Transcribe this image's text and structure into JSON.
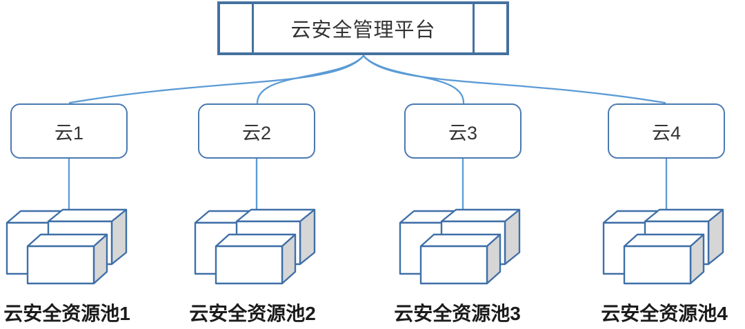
{
  "diagram": {
    "platform": {
      "label": "云安全管理平台"
    },
    "clouds": [
      {
        "label": "云1"
      },
      {
        "label": "云2"
      },
      {
        "label": "云3"
      },
      {
        "label": "云4"
      }
    ],
    "pools": [
      {
        "label": "云安全资源池1",
        "icon": "resource-pool-boxes-icon"
      },
      {
        "label": "云安全资源池2",
        "icon": "resource-pool-boxes-icon"
      },
      {
        "label": "云安全资源池3",
        "icon": "resource-pool-boxes-icon"
      },
      {
        "label": "云安全资源池4",
        "icon": "resource-pool-boxes-icon"
      }
    ],
    "colors": {
      "platform_border": "#44719f",
      "cloud_border": "#4a79b0",
      "connector": "#5b9bd5",
      "pool_outline": "#3f6fa7",
      "pool_side_fill": "#d6d6d6",
      "pool_face_fill": "#ffffff",
      "text_dark": "#333333",
      "label_text": "#1b1b1b",
      "bg": "#ffffff"
    }
  }
}
